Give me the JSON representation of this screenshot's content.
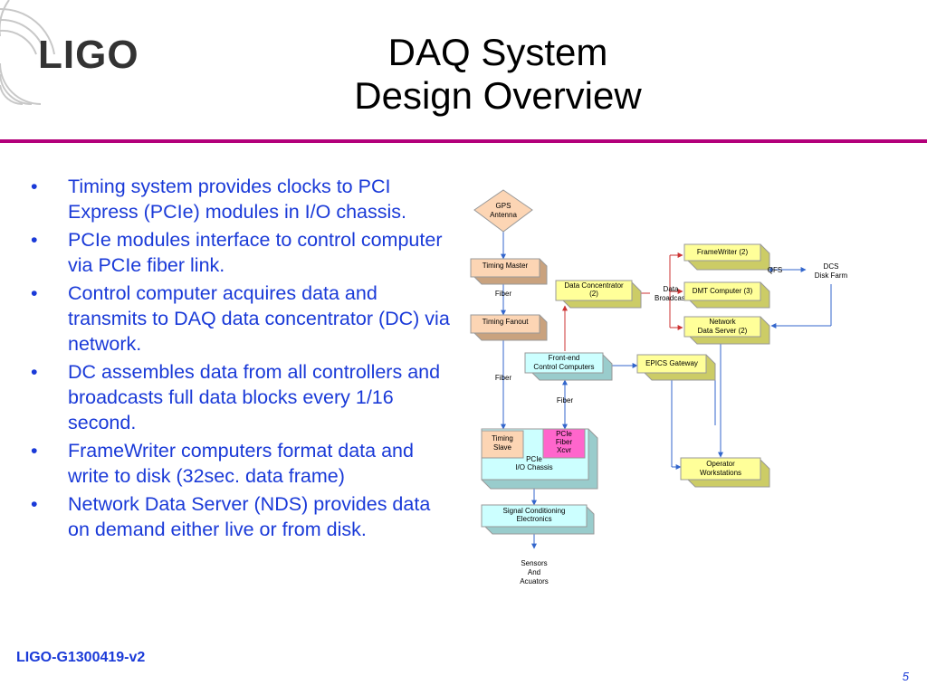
{
  "header": {
    "logo": "LIGO",
    "title_line1": "DAQ System",
    "title_line2": "Design Overview"
  },
  "bullets": [
    "Timing system provides clocks to PCI Express (PCIe) modules in I/O chassis.",
    "PCIe modules interface to control computer via PCIe fiber link.",
    "Control computer acquires data and transmits to DAQ data concentrator (DC) via network.",
    "DC assembles data from all controllers and broadcasts full data blocks every 1/16 second.",
    "FrameWriter computers format data and write to disk (32sec. data frame)",
    "Network Data Server (NDS) provides data on demand either live or from disk."
  ],
  "diagram": {
    "gps": [
      "GPS",
      "Antenna"
    ],
    "timing_master": "Timing Master",
    "fiber_1": "Fiber",
    "timing_fanout": "Timing Fanout",
    "fiber_2": "Fiber",
    "timing_slave": [
      "Timing",
      "Slave"
    ],
    "pcie_xcvr": [
      "PCIe",
      "Fiber",
      "Xcvr"
    ],
    "pcie_chassis": [
      "PCIe",
      "I/O Chassis"
    ],
    "signal_cond": [
      "Signal Conditioning",
      "Electronics"
    ],
    "sensors": [
      "Sensors",
      "And",
      "Acuators"
    ],
    "data_concentrator": [
      "Data Concentrator",
      "(2)"
    ],
    "frontend": [
      "Front-end",
      "Control Computers"
    ],
    "fiber_3": "Fiber",
    "data_broadcast": [
      "Data",
      "Broadcast"
    ],
    "framewriter": "FrameWriter (2)",
    "dmt": "DMT Computer (3)",
    "nds": [
      "Network",
      "Data Server (2)"
    ],
    "qfs": "QFS",
    "dcs": [
      "DCS",
      "Disk Farm"
    ],
    "epics": "EPICS Gateway",
    "operator": [
      "Operator",
      "Workstations"
    ]
  },
  "colors": {
    "bullet_text": "#1a3ad8",
    "rule": "#b3007a",
    "orange_box": "#fcd5b4",
    "yellow_box": "#ffff99",
    "cyan_box": "#ccffff",
    "pink_box": "#ff66cc",
    "arrow": "#3366cc"
  },
  "footer": {
    "doc_id": "LIGO-G1300419-v2",
    "page": "5"
  }
}
